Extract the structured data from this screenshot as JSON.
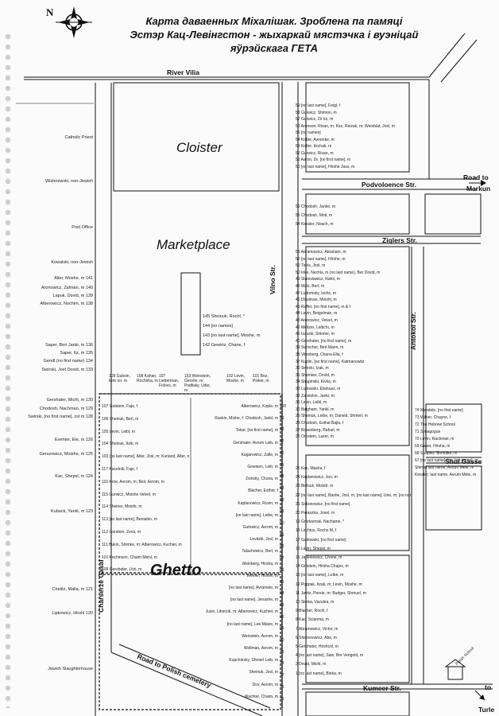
{
  "title_lines": [
    "Карта даваенных Міхалішак. Зроблена па памяці",
    "Эстэр Кац-Левінгстон - жыхаркай мястэчка і вуэніцай",
    "яўрэйскага ГЕТА"
  ],
  "compass": {
    "north_label": "N"
  },
  "areas": {
    "cloister": "Cloister",
    "marketplace": "Marketplace",
    "ghetto": "Ghetto"
  },
  "streets": {
    "river_vilia": "River Vilia",
    "podvoloence": "Podvoloence Str.",
    "road_to": "Road to",
    "markun": "Markun",
    "ziglers": "Ziglers Str.",
    "vilno": "Vilno Str.",
    "antokol": "Antokol Str.",
    "shul_gasse": "Shul Gasse",
    "kumeer": "Kumeer Str.",
    "to": "to",
    "turle": "Turle",
    "charserze": "Charserze Gasal",
    "road_polish": "Road to Polish cemetery"
  },
  "left_labels": [
    "Catholic Priest",
    "Wishnewski, non-Jewish",
    "Post Office",
    "Kowalski, non-Jewish",
    "Alter, Moshe, m 141",
    "Aronowicz, Zalman, m 140",
    "Lapuk, Dovid, m 139",
    "Alberowicz, Nochim, m 138",
    "Saper, Beri Janki, m 136",
    "Saper, Itz, m 135",
    "Gendl (no first name) 134",
    "Swirski, Joel Dovid, m 133",
    "Gershater, Michl, m 130",
    "Chodosh, Nachman, m 129",
    "Swirski, [no first name], zsl m 128",
    "Exenter, Ele, m 126",
    "Gerszowicz, Moishe, m 125",
    "Kac, Shepsl, m 124",
    "Kuback, Yankl, m 123",
    "Chelitz, Malla, m 121",
    "Lipkowicz, Hirshl 120",
    "Jewish Slaughterhouse"
  ],
  "market_strip": [
    "145 Sheinuk, Rochl, *",
    "144 [no names]",
    "143 [no last name], Moshe, m",
    "142 Gewirtz, Chane, f"
  ],
  "upper_block": [
    "59 [no last name], Feigl, f",
    "58 Gurwicz, Shimon, m",
    "57 Gurwicz, Zir ko, m",
    "56 Aronson, Rivan, m; Kac, Reizak, m; Weinblat, Josl, m",
    "55 [no names]",
    "54 Kotler, Avromke, m",
    "53 Kotler, Itzchak, m",
    "52 Gurwicz, Rivan, m",
    "51 Aaron, Dr. [no first name], m",
    "50 [no last name], Hirshe Juss, m"
  ],
  "podvol_block": [
    "56 Chodosh, Janke, m",
    "55 Chodosh, Moti, m",
    "54 Kessler, Noach, m"
  ],
  "vilno_right": [
    "53 Abramowicz, Abraham, m",
    "52 [no last name], Hirshe, m",
    "51 Tirvis, Josl, m",
    "50 Inke, Nechis, m (no last name), Ber Dovid, m",
    "49 Stanislawicz, Rafol, m",
    "48 Malz, Berl, m",
    "47 Ludomsky, Ische, m",
    "46 Disslman, Meishl, m",
    "45 Raffer, [no first name], m & f",
    "44 Levin, Beigelman, m",
    "43 Aronowicz, Velvel, m",
    "42 Meltzer, Leibchi, m",
    "41 Izaszki, Shlome, m",
    "40 Gershater, [no first name], m",
    "39 Svencher, Berl Mann, m",
    "38 Vitenberg, Chana Ella, f",
    "37 Kuzlin, [no first name], Katmanowitz",
    "36 Swirski, Izak, m",
    "35 Sheinker, Dovid, m",
    "34 Strupinski, Kivka, m",
    "33 Ludowski, Eliahusz, m",
    "32 Zaretzkin, Janki, m",
    "31 Levin, Leibl, m",
    "30 Baigham, Yankl, m",
    "29 Sheinuk, Leibe, m; Darwid, Shmerl, m",
    "28 Chodosh, Esthal Bajla, f",
    "27 Rosenberg, Rafoel, m",
    "26 Ornstein, Lazer, m"
  ],
  "lower_right": [
    "25 Kac, Masha, f",
    "24 Kaplanowicz, Jon, m",
    "23 Bielsuk, Moishl, m",
    "22 [no last name], Bashe, Josl, m; [no last name], Urie, m; [no names]",
    "21 Sobonowicz, [no first name]",
    "20 Paraszka, Josel, m",
    "19 Grodzenski, Nachame, *",
    "18 Lechtus, Rochs M, f",
    "17 Gadowski, [no first name]",
    "16 Levin, Shepsl, m",
    "15 Jankelewicz, Chone, m",
    "14 Gritstein, Hirsha Chajes, m",
    "13 [no last name], Leibe, m",
    "12 Poppak, Itzak, m; Levin, Moshe, m",
    "11 Javitz, Perele, m; Budger, Shmuel, m",
    "10 Simka, Vazulea, m",
    "9 Blacher, Rochl, f",
    "8 Kac, Sciaoma, m",
    "7 Abramowicz, Victor, m",
    "6 Shimonowicz, Abe, m",
    "5 Gershater, Hirshcol, m",
    "4 [no last name], Saw; Ber Vengold, m",
    "2 Dovid, Michl, m",
    "1 [no last name], Binka, m"
  ],
  "antokol_right": [
    "74 Mendele, [no first name]",
    "73 Wilner, Chayne, f",
    "72 The Hebrew School",
    "71 Synagogue",
    "70 Levin, Rachmiel, m",
    "69 Gaser, Hirsha, m",
    "68 Shapiro, Shmulke, m",
    "67 [no last name], [no last name], m",
    "Shimel last name, Avrum Mele, m",
    "Kessler; last name, Avrum Mele, m"
  ],
  "ghetto_top_row": [
    "109 Gubsin, Entr on, m",
    "108 Kahan, Rochsha, m",
    "107 Lieberman, Folovs, m",
    "153 Weinstein, Gershe, m; Podlisky, Uder, m",
    "102 Levin, Moshe, m",
    "101 Boz, Pisker, m"
  ],
  "ghetto_left": [
    "107 Gotstein, Faje, f",
    "106 Sheinuk, Berl, m",
    "105 Levin, Leibl, m",
    "104 Sheinuk, Itzik, m",
    "103 [no last name], Alter, Josl, m; Kurland, Alter, m",
    "117 Kacelnik, Faje, f",
    "116 Kroe, Avrom, m; Beir, Avrom, m",
    "115 Gurwicz, Moishe Velvel, m",
    "114 Sheiner, Moishi, m",
    "113 [no last name], Beniabin, m",
    "112 Gerstein, Zeva, m",
    "111 Bukin, Shimke, m; Alberowicz, Kuchiel, m",
    "110 Kochinson, Chaim Meisl, m",
    "109 Gershater, Litzi, m"
  ],
  "ghetto_mid": [
    "Alberowicz, Kople, m",
    "Raskin, Mishe, f; Chodosh, Jankl, m",
    "Tokar, [no first name], m",
    "Gershater, Avrom Leib, m",
    "Kagarowicz, Zalle, m",
    "Gewisen, Leib, m",
    "Zvinsky, Chuna, m",
    "Blacher, Esther, f",
    "Kaplanowicz, Ruvin, m",
    "[no last name], Leibe, m",
    "Gutowicz, Avrom, m",
    "Levitzki, Josl, m",
    "Talachowicz, Beri, m",
    "Weinberg, Hirsha, m",
    "Weiner, Hirshe, m",
    "[no last name], Avramele, m",
    "[no last name], Jenashe, m",
    "Juzin, Liberzik, m; Alberowicz, Kuchiel, m",
    "[no last name], Lee Maize, m",
    "Weinstein, Avrom, m",
    "Wollman, Avrom, m",
    "Kupchinsky, Shmerl Leib, m",
    "Sheinuk, Josl, m",
    "Dov, Avrom, m",
    "Wachter, Chaim, m"
  ],
  "ghetto_numbers": [
    "100",
    "99",
    "98",
    "97",
    "96",
    "95",
    "94",
    "93",
    "92",
    "91",
    "90",
    "89",
    "88",
    "87",
    "86",
    "85",
    "84",
    "83",
    "82",
    "81",
    "80",
    "79",
    "78",
    "77",
    "76",
    "75"
  ],
  "school_label": "Polish School"
}
